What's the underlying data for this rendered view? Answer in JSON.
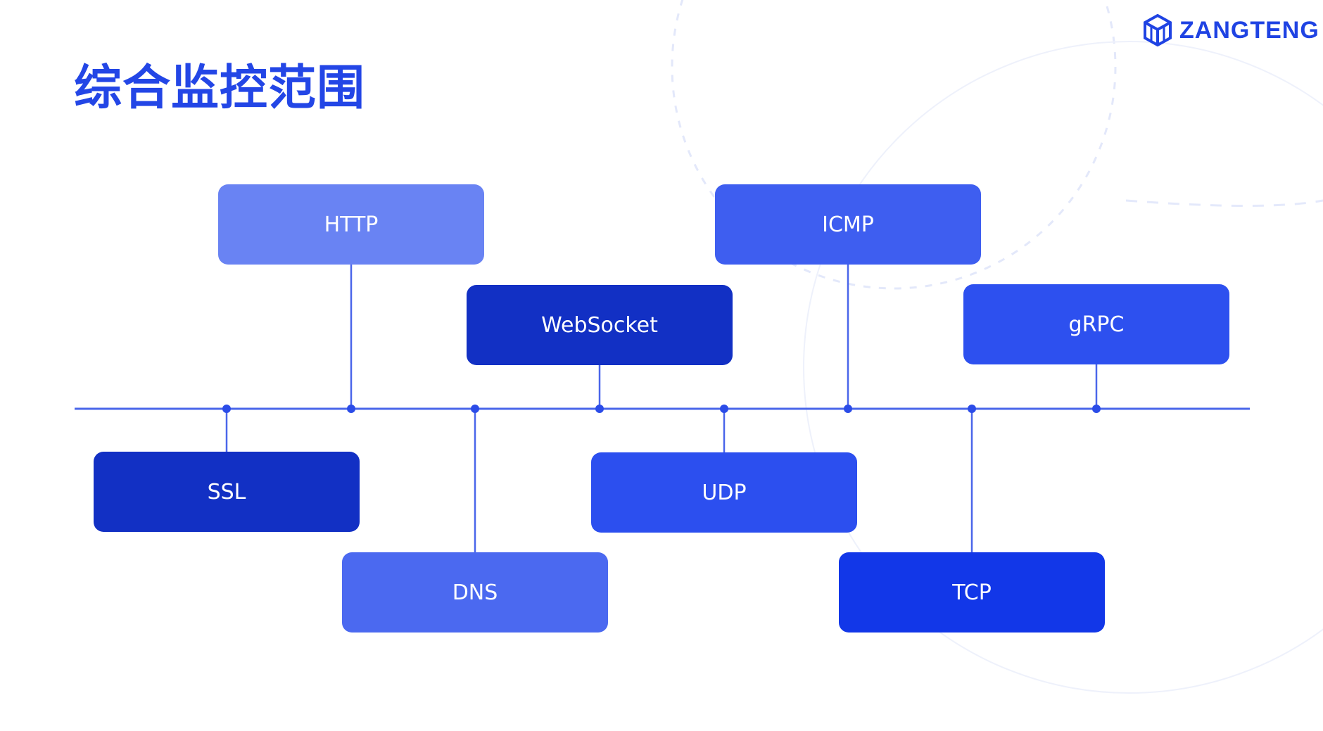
{
  "title": "综合监控范围",
  "logo": {
    "text": "ZANGTENG",
    "icon": "cube-logo-icon",
    "color": "#1f43e3"
  },
  "colors": {
    "title": "#2346e6",
    "line": "#4a66ea",
    "dot": "#2b4ce8"
  },
  "protocols": [
    {
      "id": "http",
      "label": "HTTP",
      "color": "#6983f3"
    },
    {
      "id": "ssl",
      "label": "SSL",
      "color": "#1230c4"
    },
    {
      "id": "websocket",
      "label": "WebSocket",
      "color": "#1230c4"
    },
    {
      "id": "dns",
      "label": "DNS",
      "color": "#4b69f0"
    },
    {
      "id": "udp",
      "label": "UDP",
      "color": "#2c4fef"
    },
    {
      "id": "icmp",
      "label": "ICMP",
      "color": "#3e5ef0"
    },
    {
      "id": "tcp",
      "label": "TCP",
      "color": "#1237e8"
    },
    {
      "id": "grpc",
      "label": "gRPC",
      "color": "#2d50ef"
    }
  ]
}
